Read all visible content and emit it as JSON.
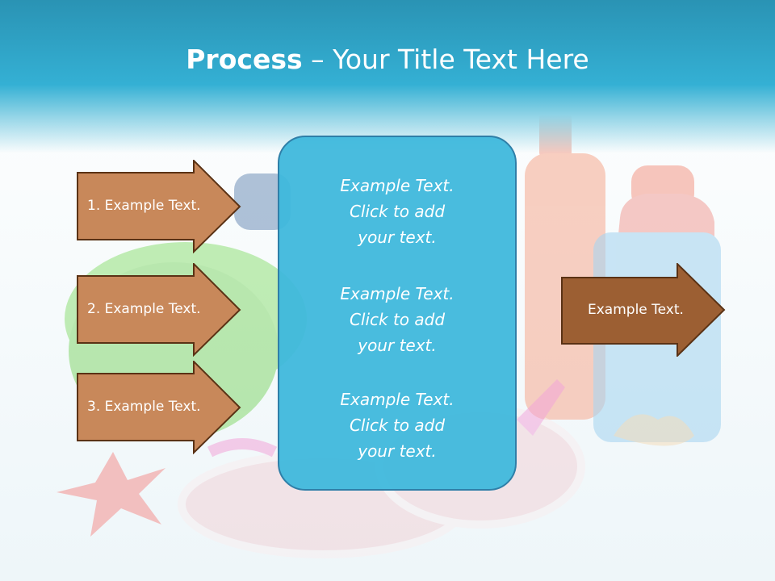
{
  "title": {
    "bold": "Process",
    "rest": " – Your Title Text Here"
  },
  "left_arrows": [
    {
      "label": "1. Example Text."
    },
    {
      "label": "2. Example Text."
    },
    {
      "label": "3. Example Text."
    }
  ],
  "center_box": {
    "paragraphs": [
      {
        "lines": [
          "Example Text.",
          "Click  to add",
          "your text."
        ]
      },
      {
        "lines": [
          "Example Text.",
          "Click  to add",
          "your text."
        ]
      },
      {
        "lines": [
          "Example Text.",
          "Click  to add",
          "your text."
        ]
      }
    ]
  },
  "right_arrow": {
    "label": "Example Text."
  },
  "colors": {
    "header": "#34b0d4",
    "left_arrow_fill": "#c8885a",
    "right_arrow_fill": "#9c5f33",
    "center_box_fill": "#3eb8dc",
    "arrow_border": "#5a3215"
  },
  "background": {
    "subject": "beach items",
    "icons": [
      "bottle-icon",
      "towel-icon",
      "flip-flop-icon",
      "starfish-icon",
      "snorkel-mask-icon",
      "seashell-icon"
    ]
  }
}
